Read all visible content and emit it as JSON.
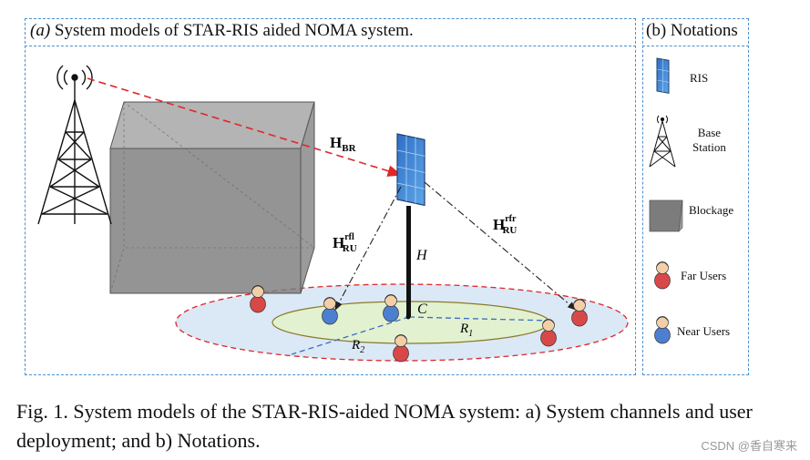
{
  "panel_a": {
    "label": "(a)",
    "title": "System models of STAR-RIS aided NOMA system."
  },
  "panel_b": {
    "label": "(b)",
    "title": "Notations"
  },
  "diagram_labels": {
    "h_br": "H",
    "h_br_sub": "BR",
    "h_ru_rfl": "H",
    "h_ru_rfl_sup": "rfl",
    "h_ru_rfl_sub": "RU",
    "h_ru_rfr": "H",
    "h_ru_rfr_sup": "rfr",
    "h_ru_rfr_sub": "RU",
    "height": "H",
    "center": "C",
    "r1": "R",
    "r1_sub": "1",
    "r2": "R",
    "r2_sub": "2"
  },
  "notations": {
    "ris": "RIS",
    "base_station_line1": "Base",
    "base_station_line2": "Station",
    "blockage": "Blockage",
    "far_users": "Far Users",
    "near_users": "Near Users"
  },
  "caption": "Fig. 1.   System models of the STAR-RIS-aided NOMA system: a) System channels and user deployment; and b) Notations.",
  "watermark": "CSDN @香自寒来",
  "colors": {
    "frame": "#4a8fcf",
    "far_user": "#d94848",
    "near_user": "#4d7fd1",
    "ris": "#3a7fd0",
    "blockage": "#7a7a7a",
    "outer_region": "#dbe8f6",
    "inner_region": "#e2f1cf",
    "link_br": "#e0262a"
  }
}
